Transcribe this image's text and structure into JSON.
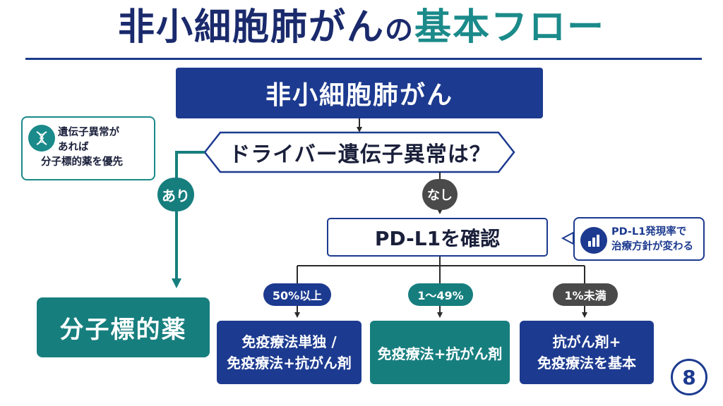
{
  "title": {
    "main": "非小細胞肺がん",
    "particle": "の",
    "accent": "基本フロー"
  },
  "nodes": {
    "start": "非小細胞肺がん",
    "decision": "ドライバー遺伝子異常は？",
    "pdl1": "PD-L1を確認",
    "molecular": "分子標的薬",
    "treatment_high": [
      "免疫療法単独 /",
      "免疫療法+抗がん剤"
    ],
    "treatment_mid": "免疫療法+抗がん剤",
    "treatment_low": [
      "抗がん剤+",
      "免疫療法を基本"
    ]
  },
  "branches": {
    "yes": "あり",
    "no": "なし",
    "high": "50%以上",
    "mid": "1〜49%",
    "low": "1%未満"
  },
  "notes": {
    "left": {
      "icon": "dna-icon",
      "lines": [
        "遺伝子異常が",
        "あれば",
        "分子標的薬を優先"
      ]
    },
    "right": {
      "icon": "bar-chart-icon",
      "lines": [
        "PD-L1発現率で",
        "治療方針が変わる"
      ]
    }
  },
  "page_number": "8",
  "colors": {
    "navy": "#1c3a8f",
    "teal": "#177e7e",
    "gray": "#4a4a4a"
  }
}
